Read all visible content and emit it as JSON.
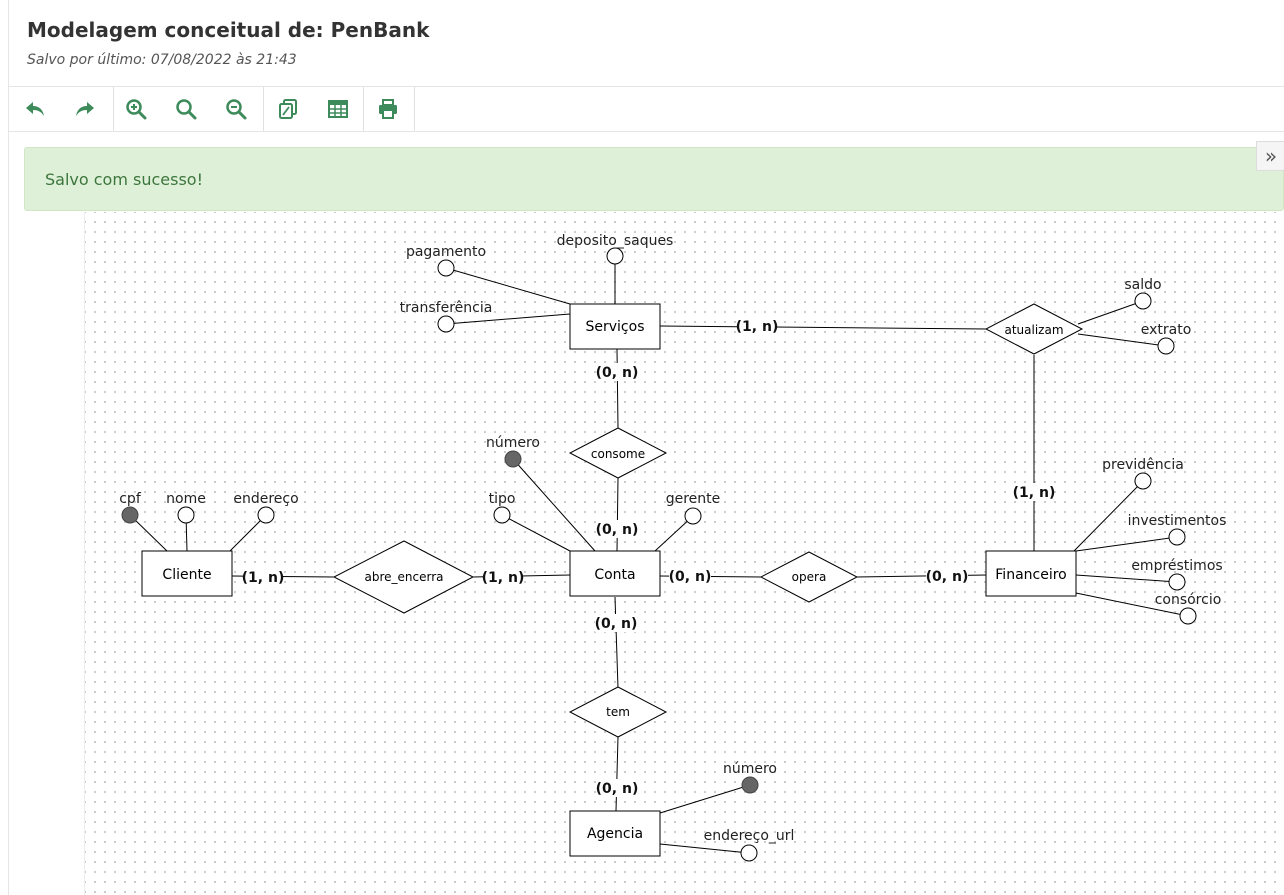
{
  "header": {
    "title": "Modelagem conceitual de: PenBank",
    "subtitle": "Salvo por último: 07/08/2022 às 21:43"
  },
  "toolbar": {
    "buttons": [
      "undo-icon",
      "redo-icon",
      "zoom-in-icon",
      "zoom-reset-icon",
      "zoom-out-icon",
      "duplicate-icon",
      "table-icon",
      "print-icon"
    ]
  },
  "alert": {
    "text": "Salvo com sucesso!"
  },
  "colors": {
    "accent": "#3d8a5a",
    "alert_bg": "#dff0d8",
    "alert_text": "#3c763d"
  },
  "diagram": {
    "entities": {
      "servicos": "Serviços",
      "cliente": "Cliente",
      "conta": "Conta",
      "financeiro": "Financeiro",
      "agencia": "Agencia"
    },
    "relationships": {
      "atualizam": "atualizam",
      "consome": "consome",
      "abre_encerra": "abre_encerra",
      "opera": "opera",
      "tem": "tem"
    },
    "attributes": {
      "pagamento": "pagamento",
      "deposito_saques": "deposito_saques",
      "transferencia": "transferência",
      "saldo": "saldo",
      "extrato": "extrato",
      "numero_conta": "número",
      "tipo": "tipo",
      "gerente": "gerente",
      "cpf": "cpf",
      "nome": "nome",
      "endereco": "endereço",
      "previdencia": "previdência",
      "investimentos": "investimentos",
      "emprestimos": "empréstimos",
      "consorcio": "consórcio",
      "numero_agencia": "número",
      "endereco_url": "endereço_url"
    },
    "cardinalities": {
      "servicos_atualizam": "(1, n)",
      "servicos_consome": "(0, n)",
      "consome_conta": "(0, n)",
      "atualizam_financeiro": "(1, n)",
      "cliente_abre": "(1, n)",
      "abre_conta": "(1, n)",
      "conta_opera": "(0, n)",
      "opera_financeiro": "(0, n)",
      "conta_tem": "(0, n)",
      "tem_agencia": "(0, n)"
    }
  }
}
